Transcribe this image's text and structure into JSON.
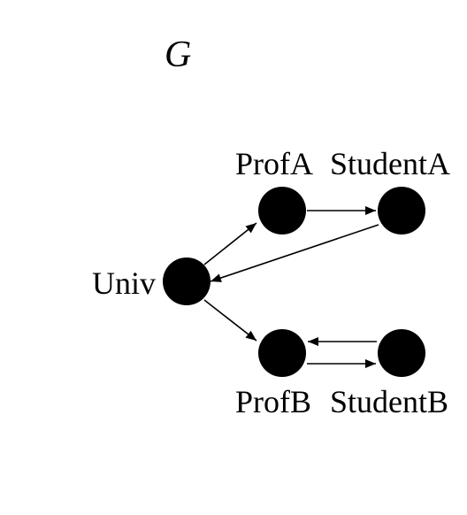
{
  "graph": {
    "title": "G",
    "nodes": {
      "univ": "Univ",
      "prof_a": "ProfA",
      "student_a": "StudentA",
      "prof_b": "ProfB",
      "student_b": "StudentB"
    }
  },
  "colors": {
    "node_fill": "#000000",
    "edge_stroke": "#000000",
    "background": "#ffffff"
  }
}
